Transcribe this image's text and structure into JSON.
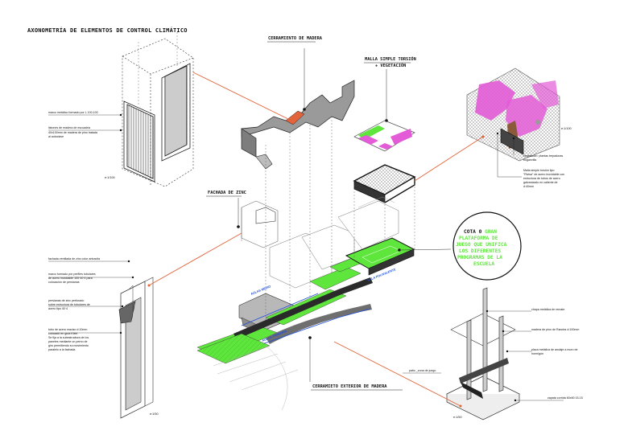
{
  "title": "AXONOMETRÍA DE ELEMENTOS DE CONTROL CLIMÁTICO",
  "labels": {
    "cerramiento_madera": "CERRAMIENTO DE MADERA",
    "malla_1": "MALLA SIMPLE TORSIÓN",
    "malla_2": "+ VEGETACIÓN",
    "fachada_zinc": "FACHADA DE ZINC",
    "cerramiento_exterior": "CERRAMIETO EXTERIOR DE MADERA"
  },
  "notes_left_top": [
    "marco metálico formado por L 100.100",
    "listones de madera de escuadría",
    "40x100mm de madera de pino tratada",
    "al autoclave"
  ],
  "notes_left_bottom": [
    "fachada ventilada de zinc color antracita",
    "marco formado por perfiles tubulares",
    "de acero inoxidable 100·40·4 para",
    "colocación de persianas",
    "persianas de zinc perforado",
    "sobre estructura de tubulares de",
    "acero tipo 40·4",
    "tubo de acero macizo d:10mm",
    "colocado en guía Klein",
    "Se fija a la subestructura de los",
    "paneles mediante un perno de",
    "giro permitiendo su movimiento",
    "paralelo a la fachada"
  ],
  "notes_right_top": [
    "vegetación: plantas trepadoras",
    "buganvilla",
    "Malla simple torsión tipo",
    "\"Rivisa\" de acero inoxidable con",
    "estructura de tubos de acero",
    "galvanizado en caliente de",
    "d:40mm"
  ],
  "notes_right_bottom": [
    "chapa metálica de remate",
    "madera de pino de Randos d:100mm",
    "placa metálica de anclaje a muro de",
    "hormigón",
    "zapata corrida 60x60 15-15"
  ],
  "notes_bottom": [
    "patio _zona de juego"
  ],
  "scales": {
    "top_left": "e:1/100",
    "bottom_left": "e:1/50",
    "right_top": "e:1/100",
    "bottom_right": "e:1/50"
  },
  "cota": {
    "prefix": "COTA 0",
    "lines": [
      "GRAN",
      "PLATAFORMA DE",
      "JUEGO QUE UNIFICA",
      "LOS DIFERENTES",
      "PROGRAMAS DE LA",
      "ESCUELA"
    ]
  },
  "rooms": {
    "aulas_medio": "AULAS MEDIO",
    "aulas_primaria": "AULAS PRIMARIA",
    "sala_polivalente": "SALA POLIVALENTE"
  },
  "colors": {
    "accent_green": "#5ee63c",
    "leader_orange": "#e3643a",
    "blue_label": "#1f4ed8",
    "vegetation_magenta": "#e35bd6",
    "structure_gray": "#9a9a9a"
  }
}
